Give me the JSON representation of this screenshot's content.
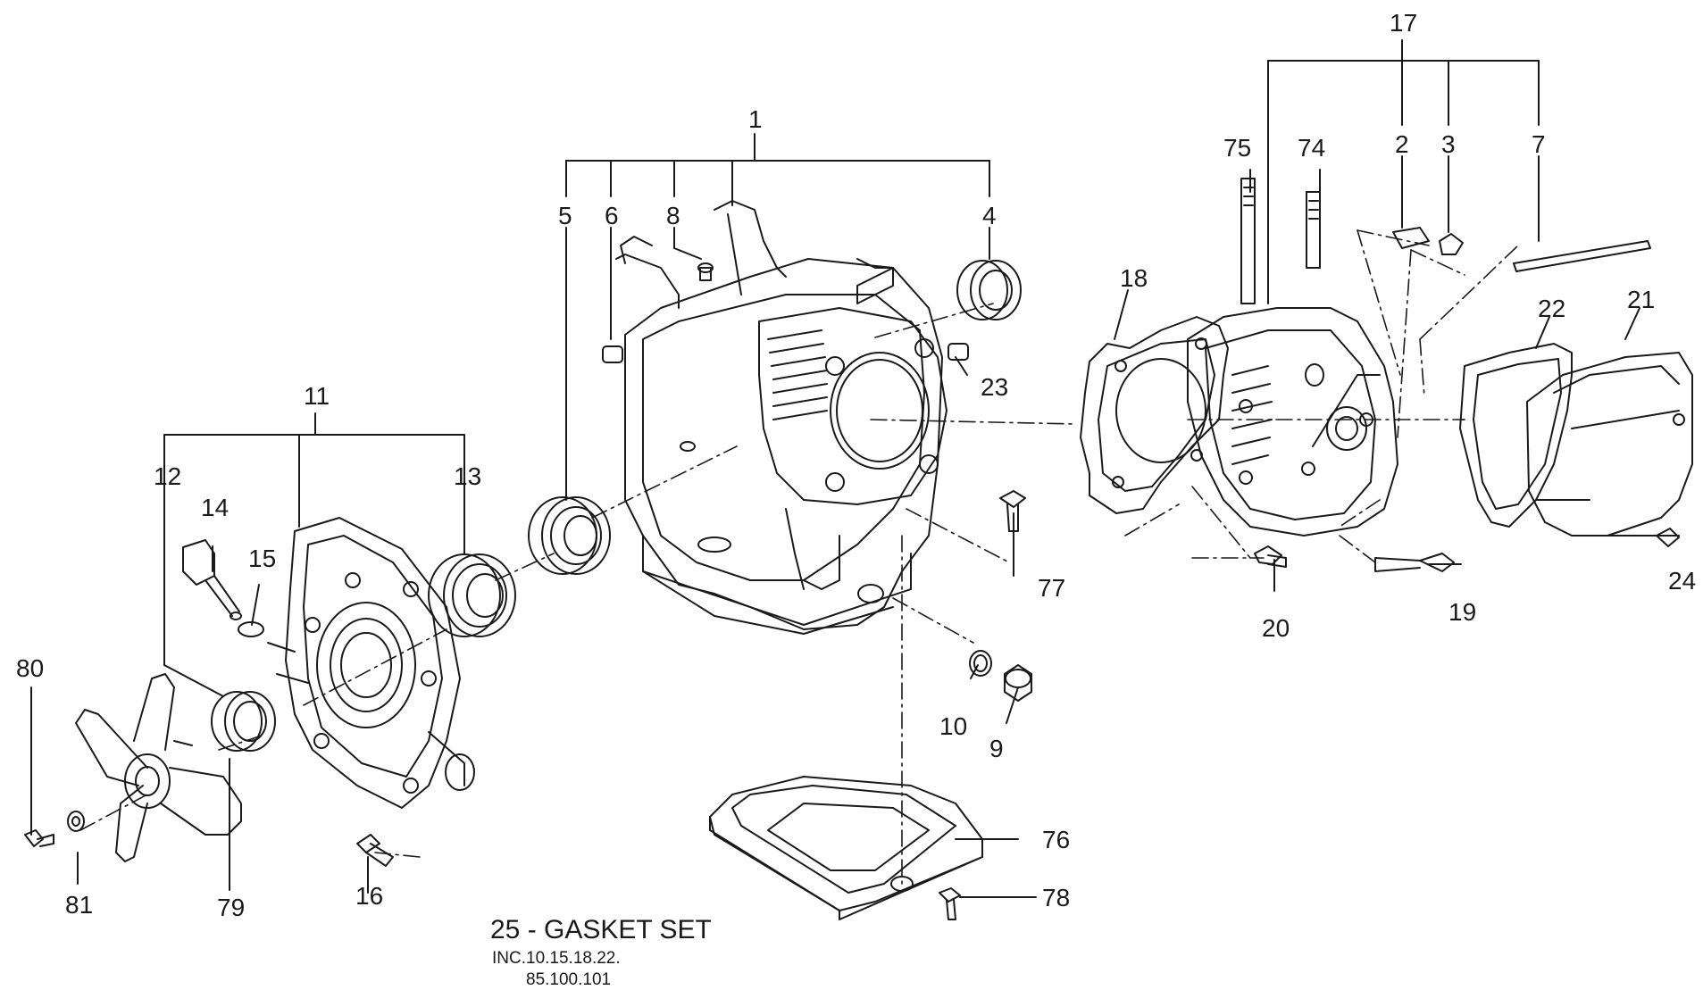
{
  "callouts": {
    "c1": "1",
    "c2": "2",
    "c3": "3",
    "c4": "4",
    "c5": "5",
    "c6": "6",
    "c7": "7",
    "c8": "8",
    "c9": "9",
    "c10": "10",
    "c11": "11",
    "c12": "12",
    "c13": "13",
    "c14": "14",
    "c15": "15",
    "c16": "16",
    "c17": "17",
    "c18": "18",
    "c19": "19",
    "c20": "20",
    "c21": "21",
    "c22": "22",
    "c23": "23",
    "c24": "24",
    "c74": "74",
    "c75": "75",
    "c76": "76",
    "c77": "77",
    "c78": "78",
    "c79": "79",
    "c80": "80",
    "c81": "81"
  },
  "note": {
    "title": "25 - GASKET SET",
    "line1": "INC.10.15.18.22.",
    "line2": "85.100.101"
  }
}
